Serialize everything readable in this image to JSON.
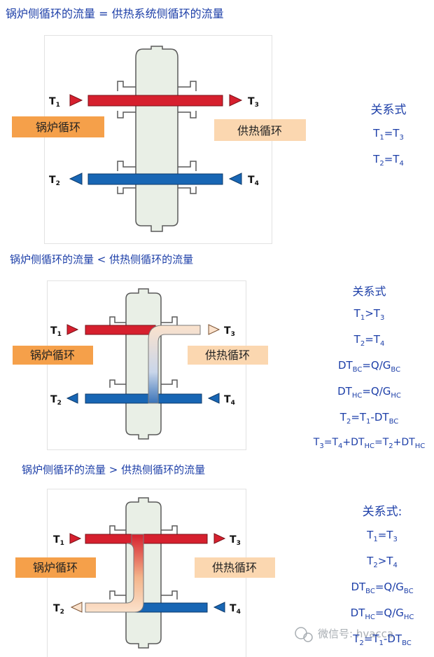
{
  "sections": [
    {
      "heading": "锅炉侧循环的流量 = 供热系统侧循环的流量",
      "boiler_label": "锅炉循环",
      "heating_label": "供热循环",
      "temps": [
        "T",
        "T",
        "T",
        "T"
      ],
      "temp_subs": [
        "1",
        "2",
        "3",
        "4"
      ],
      "formula_title": "关系式",
      "formulas": [
        {
          "parts": [
            "T",
            "1",
            "=T",
            "3"
          ]
        },
        {
          "parts": [
            "T",
            "2",
            "=T",
            "4"
          ]
        }
      ]
    },
    {
      "heading": "锅炉侧循环的流量 < 供热侧循环的流量",
      "boiler_label": "锅炉循环",
      "heating_label": "供热循环",
      "temps": [
        "T",
        "T",
        "T",
        "T"
      ],
      "temp_subs": [
        "1",
        "2",
        "3",
        "4"
      ],
      "formula_title": "关系式",
      "formulas": [
        {
          "parts": [
            "T",
            "1",
            ">T",
            "3"
          ]
        },
        {
          "parts": [
            "T",
            "2",
            "=T",
            "4"
          ]
        },
        {
          "parts": [
            "DT",
            "BC",
            "=Q/G",
            "BC"
          ]
        },
        {
          "parts": [
            "DT",
            "HC",
            "=Q/G",
            "HC"
          ]
        },
        {
          "parts": [
            "T",
            "2",
            "=T",
            "1",
            "-DT",
            "BC"
          ]
        },
        {
          "parts": [
            "T",
            "3",
            "=T",
            "4",
            "+DT",
            "HC",
            "=T",
            "2",
            "+DT",
            "HC"
          ]
        }
      ]
    },
    {
      "heading": "锅炉侧循环的流量 >  供热侧循环的流量",
      "boiler_label": "锅炉循环",
      "heating_label": "供热循环",
      "temps": [
        "T",
        "T",
        "T",
        "T"
      ],
      "temp_subs": [
        "1",
        "2",
        "3",
        "4"
      ],
      "formula_title": "关系式:",
      "formulas": [
        {
          "parts": [
            "T",
            "1",
            "=T",
            "3"
          ]
        },
        {
          "parts": [
            "T",
            "2",
            ">T",
            "4"
          ]
        },
        {
          "parts": [
            "DT",
            "BC",
            "=Q/G",
            "BC"
          ]
        },
        {
          "parts": [
            "DT",
            "HC",
            "=Q/G",
            "HC"
          ]
        },
        {
          "parts": [
            "T",
            "2",
            "=T",
            "1",
            "-DT",
            "BC"
          ]
        }
      ]
    }
  ],
  "watermark": "微信号: hvacca",
  "colors": {
    "text_blue": "#1d3fa8",
    "hot_red": "#d6202e",
    "cold_blue": "#1866b4",
    "boiler_box": "#f5a04a",
    "heating_box": "#fbd7b0",
    "vessel_fill": "#e9efe6",
    "vessel_stroke": "#5a5a5a"
  }
}
